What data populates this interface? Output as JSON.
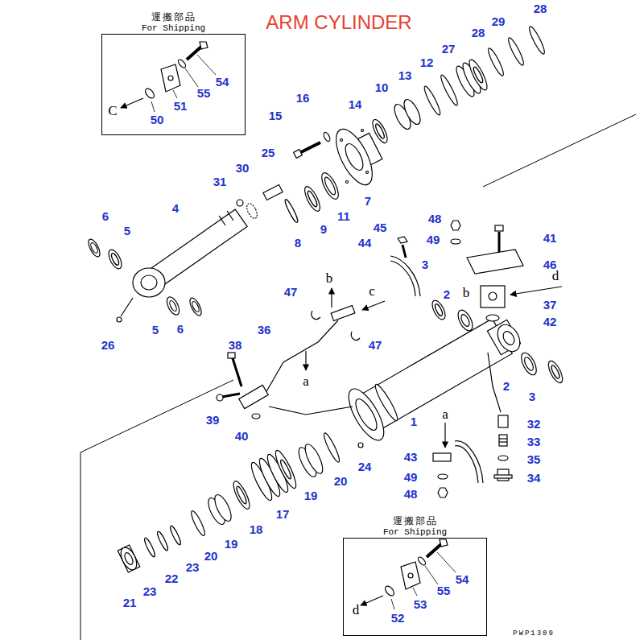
{
  "diagram": {
    "title": "ARM CYLINDER",
    "nodes": [
      {
        "text": [
          "運搬部品",
          "For Shipping"
        ]
      },
      {
        "text": [
          "運搬部品",
          "For Shipping"
        ]
      }
    ],
    "labels": [
      "C",
      "54",
      "55",
      "51",
      "50",
      "28",
      "29",
      "28",
      "27",
      "12",
      "13",
      "10",
      "14",
      "16",
      "15",
      "25",
      "30",
      "31",
      "7",
      "11",
      "9",
      "8",
      "6",
      "5",
      "4",
      "48",
      "49",
      "45",
      "44",
      "41",
      "46",
      "3",
      "2",
      "b",
      "37",
      "42",
      "d",
      "47",
      "b",
      "c",
      "36",
      "38",
      "47",
      "5",
      "6",
      "26",
      "a",
      "39",
      "40",
      "1",
      "2",
      "3",
      "32",
      "33",
      "35",
      "34",
      "a",
      "43",
      "49",
      "48",
      "24",
      "20",
      "19",
      "17",
      "18",
      "19",
      "20",
      "23",
      "22",
      "23",
      "21",
      "d",
      "54",
      "55",
      "53",
      "52",
      "PWP1309"
    ]
  }
}
